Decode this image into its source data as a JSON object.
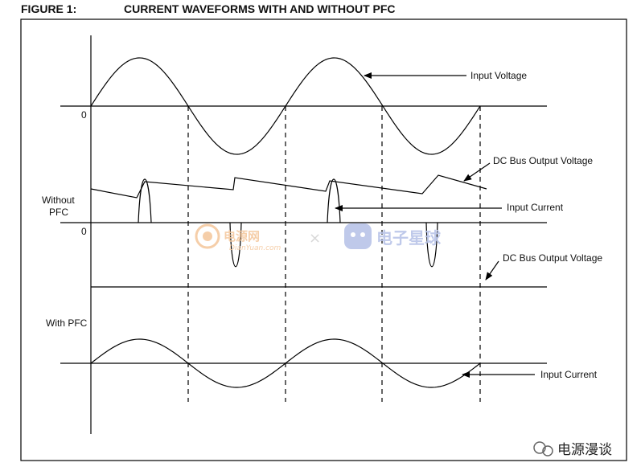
{
  "figure": {
    "number": "FIGURE 1:",
    "title": "CURRENT WAVEFORMS WITH AND WITHOUT PFC"
  },
  "labels": {
    "input_voltage": "Input Voltage",
    "zero_top": "0",
    "dc_bus_top": "DC Bus Output Voltage",
    "without": "Without",
    "pfc": "PFC",
    "input_current_top": "Input Current",
    "zero_mid": "0",
    "dc_bus_bottom": "DC Bus Output Voltage",
    "with_pfc": "With PFC",
    "input_current_bottom": "Input Current"
  },
  "watermarks": {
    "left_cn": "电源网",
    "left_en": "DianYuan.com",
    "separator": "×",
    "right_cn": "电子星球",
    "account": "电源漫谈"
  },
  "colors": {
    "line": "#000000",
    "watermark_orange": "#f5c9a0",
    "watermark_blue": "#b9c4e8"
  }
}
